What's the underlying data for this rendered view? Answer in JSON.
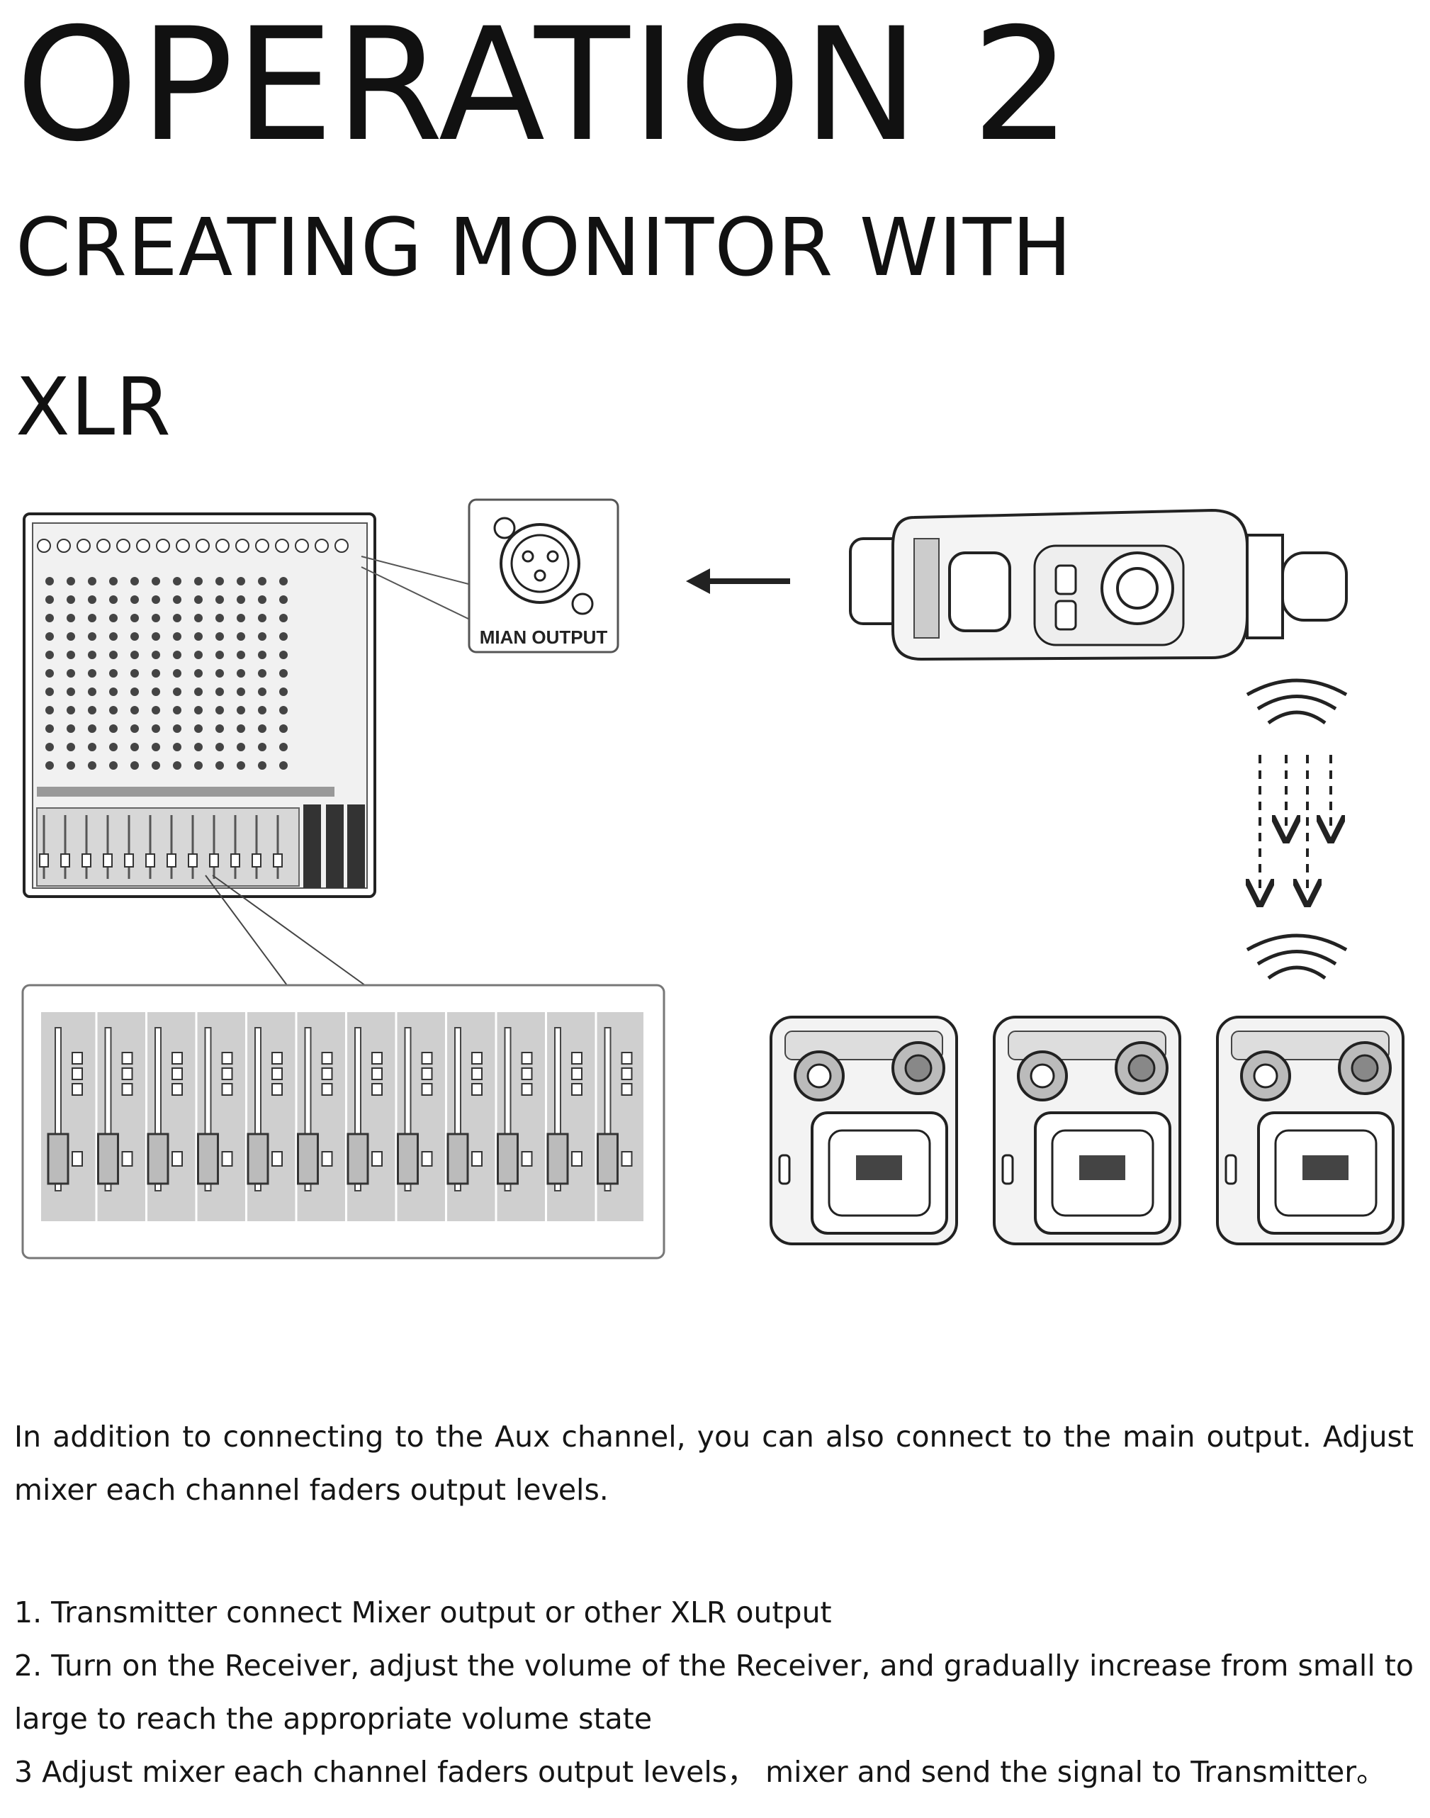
{
  "title": "OPERATION 2",
  "subtitle_line1": "CREATING MONITOR WITH",
  "subtitle_line2": "XLR",
  "diagram": {
    "xlr_label": "MIAN OUTPUT",
    "receiver_count": 3
  },
  "intro": "In addition to connecting to the Aux channel, you can also connect to the main output. Adjust mixer each channel faders output levels.",
  "steps": [
    "1. Transmitter connect Mixer output or other XLR output",
    "2. Turn on the Receiver, adjust the volume of the Receiver, and gradually increase from small to large to reach the appropriate volume state",
    "3 Adjust mixer each channel faders output levels，  mixer and send the signal to Transmitter。"
  ]
}
